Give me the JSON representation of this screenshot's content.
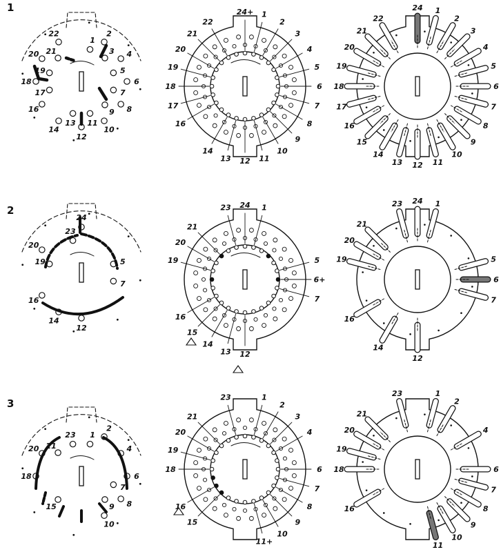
{
  "rows": [
    {
      "label": "1",
      "plan_labels": [
        "2",
        "4",
        "6",
        "21",
        "22",
        "19",
        "17",
        "20",
        "1",
        "3",
        "5",
        "8",
        "7",
        "10",
        "9",
        "12",
        "13",
        "11",
        "14",
        "18",
        "16"
      ],
      "middle_labels": [
        "24+",
        "1",
        "2",
        "3",
        "4",
        "5",
        "6",
        "7",
        "8",
        "9",
        "10",
        "11",
        "12",
        "13",
        "14",
        "16",
        "17",
        "18",
        "19",
        "20",
        "21",
        "22"
      ],
      "right_labels": [
        "24",
        "1",
        "2",
        "3",
        "4",
        "5",
        "6",
        "7",
        "8",
        "9",
        "10",
        "11",
        "12",
        "13",
        "14",
        "15",
        "16",
        "17",
        "18",
        "19",
        "20",
        "21",
        "22"
      ]
    },
    {
      "label": "2",
      "plan_labels": [
        "24",
        "23",
        "19",
        "20",
        "5",
        "7",
        "16",
        "14",
        "12"
      ],
      "middle_labels": [
        "24",
        "1",
        "23",
        "21",
        "20",
        "19",
        "5",
        "6+",
        "7",
        "16",
        "15",
        "14",
        "13",
        "12"
      ],
      "right_labels": [
        "24",
        "23",
        "1",
        "21",
        "20",
        "19",
        "5",
        "6",
        "7",
        "16",
        "14",
        "12"
      ]
    },
    {
      "label": "3",
      "plan_labels": [
        "2",
        "4",
        "6",
        "21",
        "23",
        "1",
        "20",
        "8",
        "15",
        "7",
        "9",
        "18",
        "10"
      ],
      "middle_labels": [
        "23",
        "1",
        "2",
        "3",
        "4",
        "21",
        "20",
        "19",
        "18",
        "6",
        "7",
        "8",
        "9",
        "16",
        "15",
        "10",
        "11+"
      ],
      "right_labels": [
        "23",
        "1",
        "2",
        "4",
        "21",
        "20",
        "19",
        "18",
        "6",
        "7",
        "8",
        "9",
        "16",
        "10",
        "11"
      ]
    }
  ]
}
